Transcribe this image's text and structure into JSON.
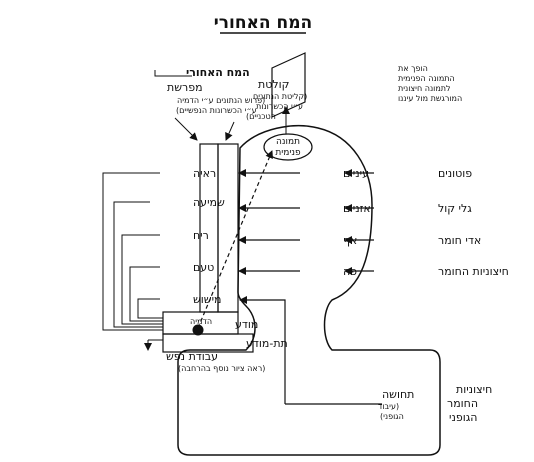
{
  "title": "המח האחורי",
  "header": {
    "back_brain": "המח האחורי",
    "interpreter": "מפרשת",
    "interpreter_note_1": "(פרוש הנתונים ע״י הדמיה",
    "interpreter_note_2": "ע״י הכשרונות הנפשיים)",
    "receiver": "קולטת",
    "receiver_note_1": "(קליטת הנתונים",
    "receiver_note_2": "ע״י הכשרונות",
    "receiver_note_3": "הטכניים)"
  },
  "projection": {
    "note_1": "הופך את",
    "note_2": "התמונה הפנימית",
    "note_3": "לתמונה חיצונית",
    "note_4": "המורגשת מול עיננו",
    "inner_image_1": "תמונה",
    "inner_image_2": "פנימית"
  },
  "inputs": [
    {
      "source": "פוטונים",
      "organ": "עיניים"
    },
    {
      "source": "גלי קול",
      "organ": "אזניים"
    },
    {
      "source": "אדי חומר",
      "organ": "אף"
    },
    {
      "source": "חיצוניות החומר",
      "organ": "פה"
    }
  ],
  "senses": [
    "ראיה",
    "שמיעה",
    "ריח",
    "טעם",
    "מישוש"
  ],
  "conscious": "מודע",
  "imagination": "הדמיה",
  "subconscious": "תת-מודע",
  "soul_work": "עבודת נפש",
  "soul_work_note": "(ראה ציור נוסף בהרחבה)",
  "body": {
    "sensation": "תחושה",
    "sensation_note_1": "(עיבוד",
    "sensation_note_2": "הגופני)",
    "outer_1": "חיצוניות",
    "outer_2": "החומר",
    "outer_3": "הגופני"
  }
}
